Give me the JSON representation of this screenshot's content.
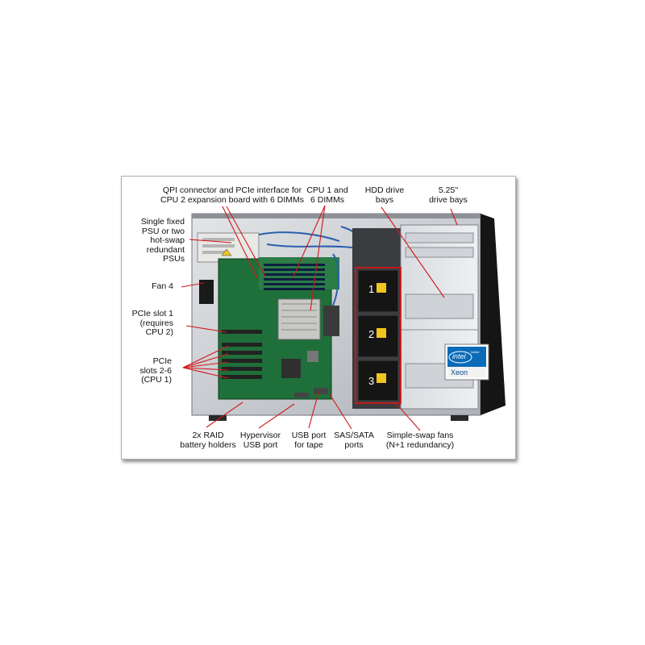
{
  "labels": {
    "qpi": "QPI connector and PCIe interface for\nCPU 2 expansion board with 6 DIMMs",
    "cpu1": "CPU 1 and\n6 DIMMs",
    "hdd": "HDD drive\nbays",
    "bays525": "5.25\"\ndrive bays",
    "psu": "Single fixed\nPSU or two\nhot-swap\nredundant\nPSUs",
    "fan4": "Fan 4",
    "pcie1": "PCIe slot 1\n(requires\nCPU 2)",
    "pcie26": "PCIe\nslots 2-6\n(CPU 1)",
    "raid": "2x RAID\nbattery holders",
    "hypervisor": "Hypervisor\nUSB port",
    "usbtape": "USB port\nfor tape",
    "sas": "SAS/SATA\nports",
    "fans": "Simple-swap fans\n(N+1 redundancy)"
  },
  "fan_numbers": [
    "1",
    "2",
    "3"
  ],
  "badge": {
    "brand": "intel",
    "sub": "inside",
    "product": "Xeon"
  },
  "colors": {
    "leader": "#d01818",
    "chassis": "#c9ccd1",
    "board": "#1f6f3a",
    "fan": "#151515",
    "badge_blue": "#0a6bb8"
  }
}
